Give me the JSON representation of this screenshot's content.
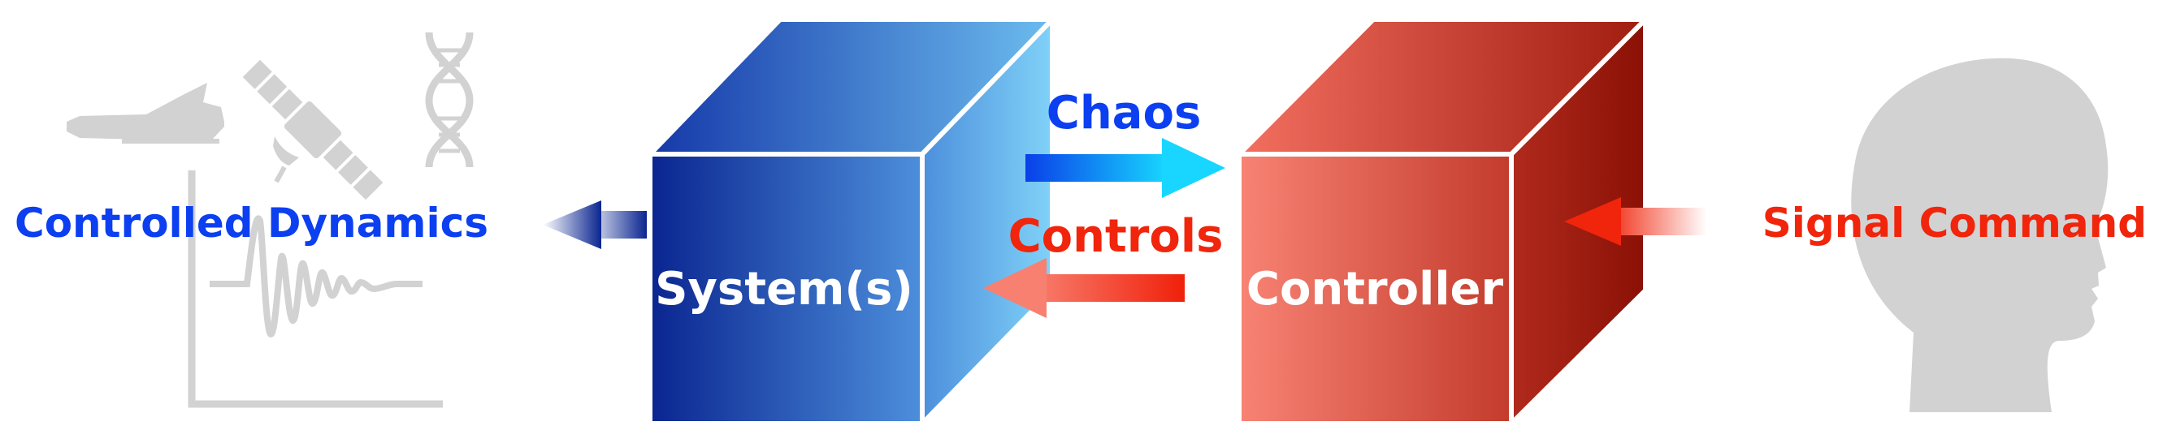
{
  "labels": {
    "controlled_dynamics": "Controlled Dynamics",
    "system": "System(s)",
    "chaos": "Chaos",
    "controls": "Controls",
    "controller": "Controller",
    "signal_command": "Signal Command"
  },
  "colors": {
    "blue_text": "#0b3ff0",
    "red_text": "#f0250c",
    "white_text": "#ffffff",
    "blue_dark": "#0a2590",
    "blue_light": "#7dcdf5",
    "red_light": "#f88070",
    "red_dark": "#9a1206",
    "cyan": "#18d6ff",
    "gray_icon": "#d2d2d2"
  },
  "icons": [
    "space-shuttle-icon",
    "satellite-icon",
    "dna-icon",
    "oscillation-plot-icon",
    "human-head-icon"
  ]
}
